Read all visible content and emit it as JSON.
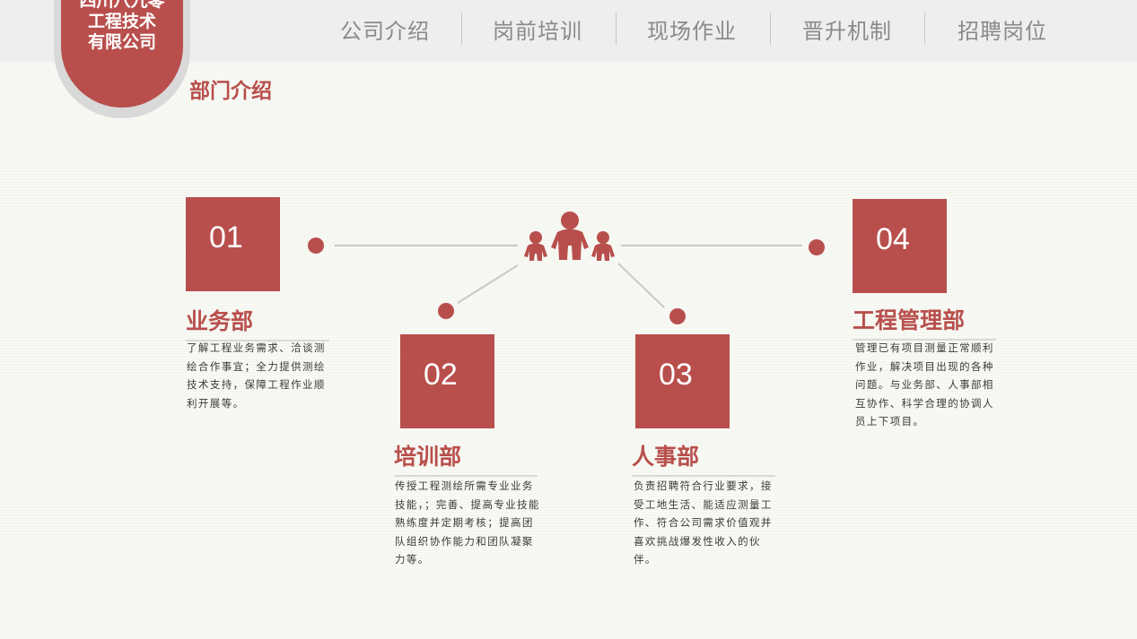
{
  "logo": {
    "lines": [
      "四川八九零",
      "工程技术",
      "有限公司"
    ]
  },
  "nav": [
    {
      "label": "公司介绍"
    },
    {
      "label": "岗前培训"
    },
    {
      "label": "现场作业"
    },
    {
      "label": "晋升机制"
    },
    {
      "label": "招聘岗位"
    }
  ],
  "section_title": "部门介绍",
  "departments": [
    {
      "number": "01",
      "name": "业务部",
      "desc": "了解工程业务需求、洽谈测绘合作事宜；全力提供测绘技术支持，保障工程作业顺利开展等。"
    },
    {
      "number": "02",
      "name": "培训部",
      "desc": "传授工程测绘所需专业业务技能，；完善、提高专业技能熟练度并定期考核；提高团队组织协作能力和团队凝聚力等。"
    },
    {
      "number": "03",
      "name": "人事部",
      "desc": "负责招聘符合行业要求，接受工地生活、能适应测量工作、符合公司需求价值观并喜欢挑战爆发性收入的伙伴。"
    },
    {
      "number": "04",
      "name": "工程管理部",
      "desc": "管理已有项目测量正常顺利作业，解决项目出现的各种问题。与业务部、人事部相互协作、科学合理的协调人员上下项目。"
    }
  ],
  "icons": {
    "center": "team-people-icon"
  },
  "colors": {
    "accent": "#b84f4c",
    "nav_text": "#8a8a8a",
    "topbar": "#eeeeee"
  }
}
